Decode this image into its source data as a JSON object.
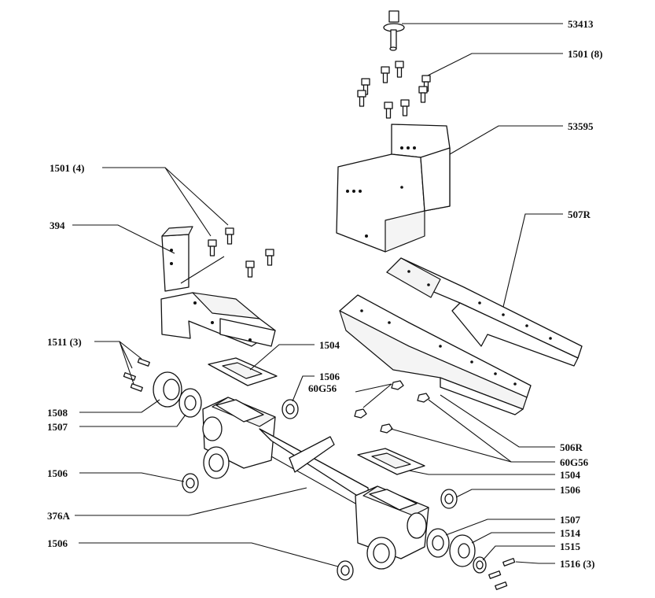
{
  "labels": {
    "p53413": "53413",
    "p1501_8": "1501 (8)",
    "p53595": "53595",
    "p1501_4": "1501 (4)",
    "p394": "394",
    "p507R": "507R",
    "p1511_3": "1511 (3)",
    "p1504_top": "1504",
    "p1506_a": "1506",
    "p60G56_a": "60G56",
    "p1508": "1508",
    "p1507_left": "1507",
    "p1506_left": "1506",
    "p376A": "376A",
    "p1506_bottom": "1506",
    "p506R": "506R",
    "p60G56_b": "60G56",
    "p1504_right": "1504",
    "p1506_right": "1506",
    "p1507_right": "1507",
    "p1514": "1514",
    "p1515": "1515",
    "p1516_3": "1516 (3)"
  },
  "colors": {
    "line": "#111111",
    "background": "#ffffff"
  }
}
